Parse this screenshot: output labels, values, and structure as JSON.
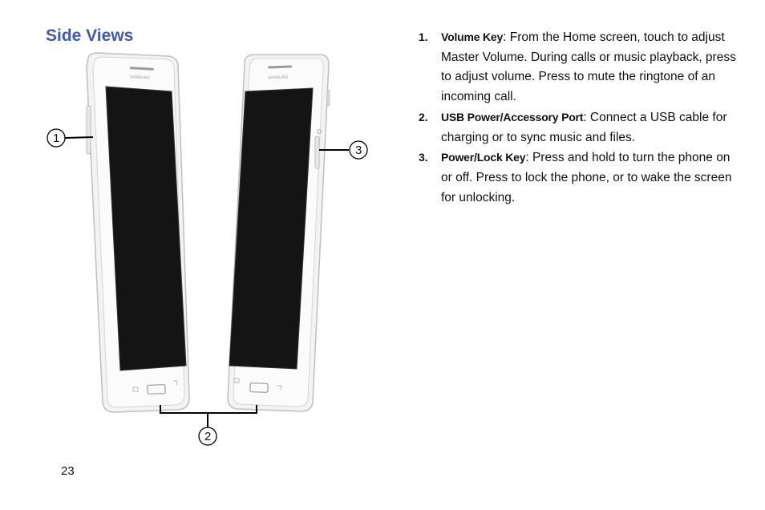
{
  "page": {
    "title": "Side Views",
    "page_number": "23"
  },
  "figure": {
    "brand": "SAMSUNG",
    "callouts": [
      "1",
      "2",
      "3"
    ]
  },
  "items": [
    {
      "number": "1.",
      "term": "Volume Key",
      "text": ": From the Home screen, touch to adjust Master Volume. During calls or music playback, press to adjust volume. Press to mute the ringtone of an incoming call."
    },
    {
      "number": "2.",
      "term": "USB Power/Accessory Port",
      "text": ": Connect a USB cable for charging or to sync music and files."
    },
    {
      "number": "3.",
      "term": "Power/Lock Key",
      "text": ": Press and hold to turn the phone on or off. Press to lock the phone, or to wake the screen for unlocking."
    }
  ]
}
